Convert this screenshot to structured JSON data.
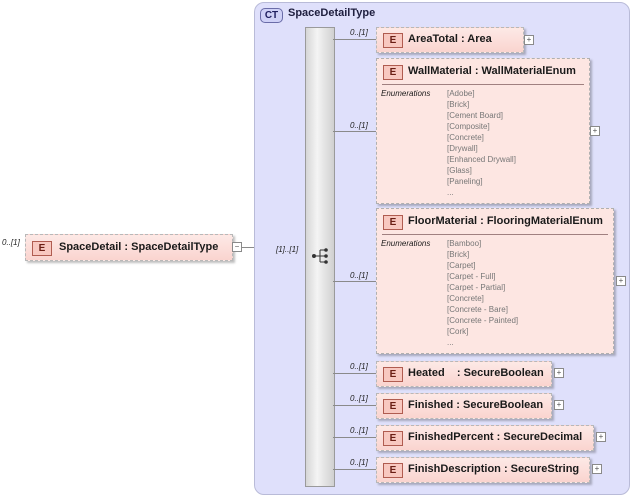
{
  "root": {
    "badge": "E",
    "label": "SpaceDetail : SpaceDetailType",
    "multiplicity": "0..[1]",
    "collapse_symbol": "−"
  },
  "complex_type": {
    "badge": "CT",
    "title": "SpaceDetailType",
    "sequence_multiplicity": "[1]..[1]"
  },
  "children": [
    {
      "badge": "E",
      "label": "AreaTotal : Area",
      "multiplicity": "0..[1]",
      "expand_symbol": "+"
    },
    {
      "badge": "E",
      "label": "WallMaterial : WallMaterialEnum",
      "multiplicity": "0..[1]",
      "expand_symbol": "+",
      "enum_title": "Enumerations",
      "enums": [
        "[Adobe]",
        "[Brick]",
        "[Cement Board]",
        "[Composite]",
        "[Concrete]",
        "[Drywall]",
        "[Enhanced Drywall]",
        "[Glass]",
        "[Paneling]",
        "..."
      ]
    },
    {
      "badge": "E",
      "label": "FloorMaterial : FlooringMaterialEnum",
      "multiplicity": "0..[1]",
      "expand_symbol": "+",
      "enum_title": "Enumerations",
      "enums": [
        "[Bamboo]",
        "[Brick]",
        "[Carpet]",
        "[Carpet - Full]",
        "[Carpet - Partial]",
        "[Concrete]",
        "[Concrete - Bare]",
        "[Concrete - Painted]",
        "[Cork]",
        "..."
      ]
    },
    {
      "badge": "E",
      "label": "Heated    : SecureBoolean",
      "multiplicity": "0..[1]",
      "expand_symbol": "+"
    },
    {
      "badge": "E",
      "label": "Finished : SecureBoolean",
      "multiplicity": "0..[1]",
      "expand_symbol": "+"
    },
    {
      "badge": "E",
      "label": "FinishedPercent : SecureDecimal",
      "multiplicity": "0..[1]",
      "expand_symbol": "+"
    },
    {
      "badge": "E",
      "label": "FinishDescription : SecureString",
      "multiplicity": "0..[1]",
      "expand_symbol": "+"
    }
  ]
}
